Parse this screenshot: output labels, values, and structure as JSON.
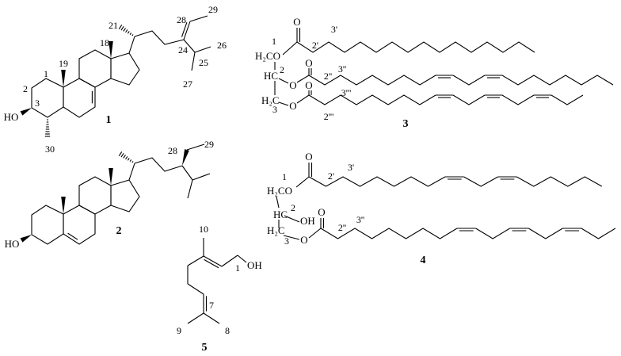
{
  "compound_1": {
    "number": "1",
    "atoms": {
      "c1": "1",
      "c2": "2",
      "c3": "3",
      "hydroxyl": "HO",
      "c30": "30",
      "c19": "19",
      "c18": "18",
      "c21": "21",
      "c28": "28",
      "c29": "29",
      "c24": "24",
      "c26": "26",
      "c25": "25",
      "c27": "27"
    }
  },
  "compound_2": {
    "number": "2",
    "atoms": {
      "c28": "28",
      "c29": "29",
      "hydroxyl": "HO"
    }
  },
  "compound_3": {
    "number": "3",
    "atoms": {
      "o_carbonyl_1": "O",
      "c1": "1",
      "h2co": "H₂CO",
      "c2p": "2'",
      "c3p": "3'",
      "o_carbonyl_2": "O",
      "hc": "HC",
      "c2": "2",
      "o_ester_2": "O",
      "c2pp": "2''",
      "c3pp": "3''",
      "o_carbonyl_3": "O",
      "h2c": "H₂C",
      "c3": "3",
      "o_ester_3": "O",
      "c3ppp": "3'''",
      "c2ppp": "2'''"
    }
  },
  "compound_4": {
    "number": "4",
    "atoms": {
      "o_carbonyl_1": "O",
      "c1": "1",
      "h2co": "H₂CO",
      "c2p": "2'",
      "c3p": "3'",
      "hc": "HC",
      "c2": "2",
      "hydroxyl": "OH",
      "o_carbonyl_2": "O",
      "h2c": "H₂C",
      "c3": "3",
      "o_ester": "O",
      "c2pp": "2''",
      "c3pp": "3''"
    }
  },
  "compound_5": {
    "number": "5",
    "atoms": {
      "c10": "10",
      "c1": "1",
      "hydroxyl": "OH",
      "c7": "7",
      "c9": "9",
      "c8": "8"
    }
  }
}
